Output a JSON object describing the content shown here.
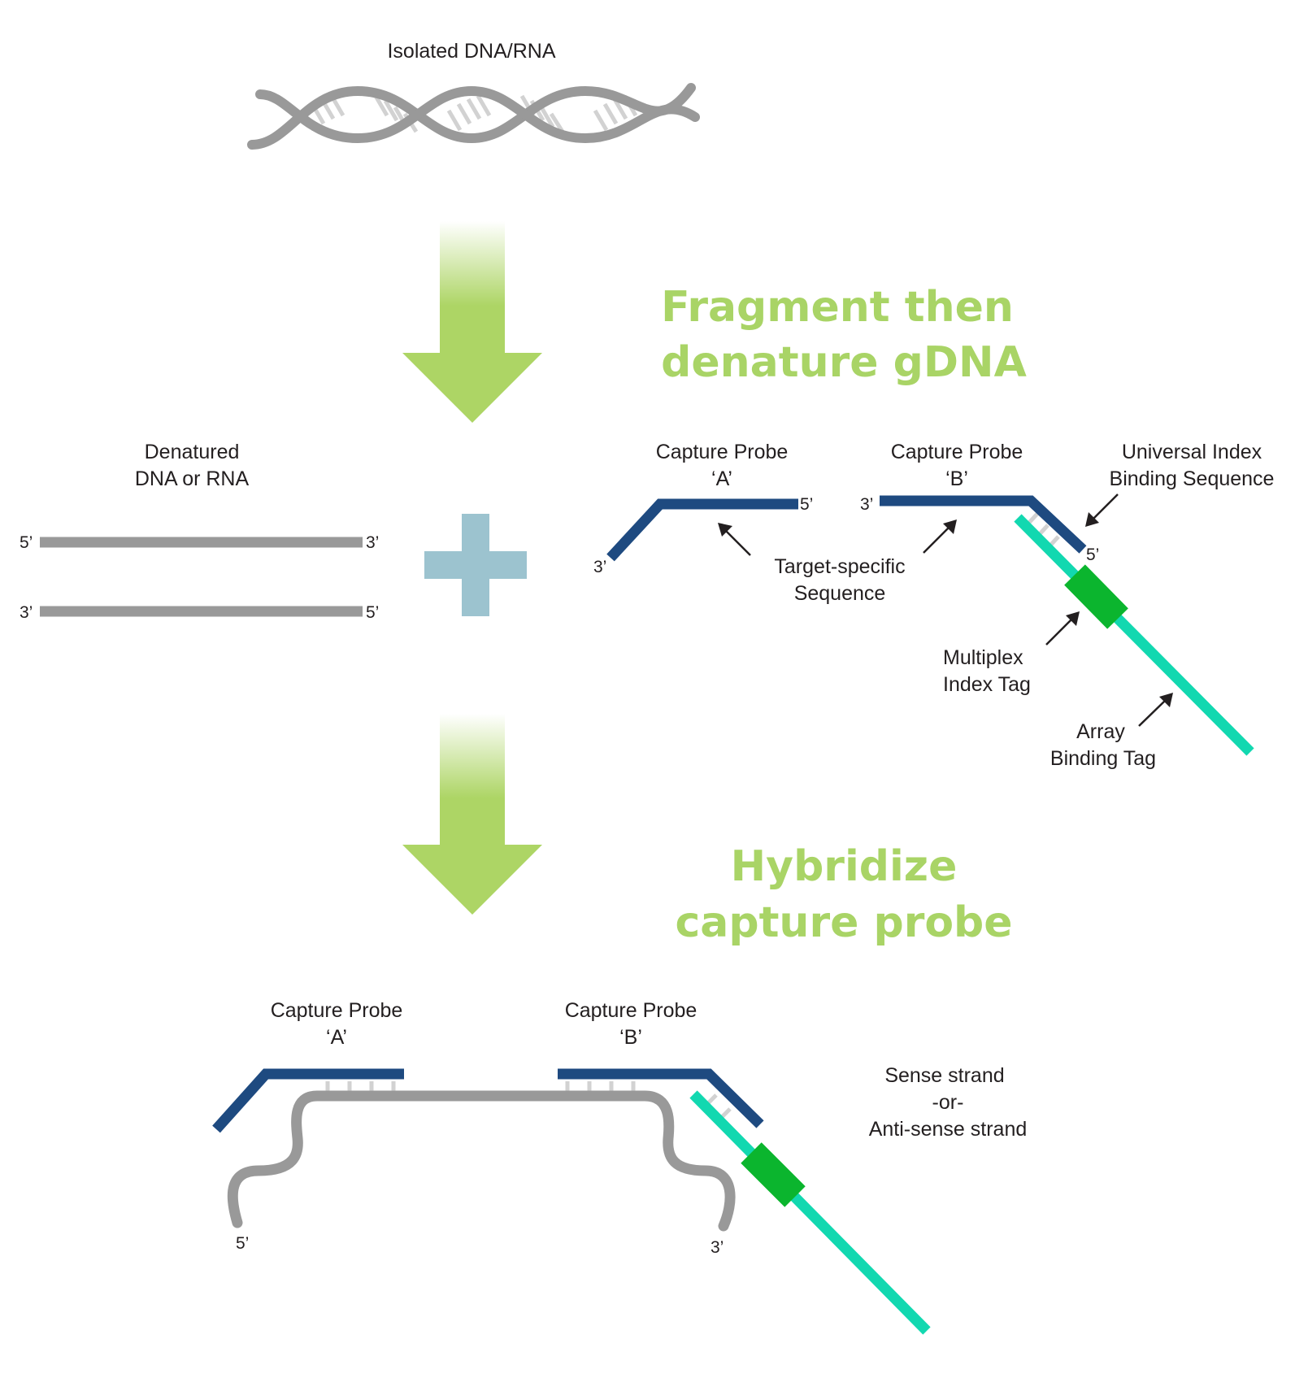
{
  "colors": {
    "strand": "#999999",
    "rung": "#d2d2d2",
    "probe": "#1e4a80",
    "tag_array": "#12d8b0",
    "tag_index": "#0bb52e",
    "step_arrow": "#add565",
    "plus": "#9cc3cf",
    "step_text": "#a9d466",
    "text": "#231f20"
  },
  "top": {
    "title": "Isolated DNA/RNA"
  },
  "step1": {
    "line1": "Fragment then",
    "line2": "denature gDNA"
  },
  "denatured": {
    "line1": "Denatured",
    "line2": "DNA or RNA",
    "s1_left": "5’",
    "s1_right": "3’",
    "s2_left": "3’",
    "s2_right": "5’"
  },
  "probeA": {
    "line1": "Capture Probe",
    "line2": "‘A’",
    "end_left": "3’",
    "end_right": "5’"
  },
  "probeB": {
    "line1": "Capture Probe",
    "line2": "‘B’",
    "end_left": "3’",
    "end_right": "5’"
  },
  "annotations": {
    "universal_1": "Universal Index",
    "universal_2": "Binding Sequence",
    "target_1": "Target-specific",
    "target_2": "Sequence",
    "multiplex_1": "Multiplex",
    "multiplex_2": "Index Tag",
    "array_1": "Array",
    "array_2": "Binding Tag"
  },
  "step2": {
    "line1": "Hybridize",
    "line2": "capture probe"
  },
  "bottom": {
    "probeA_1": "Capture Probe",
    "probeA_2": "‘A’",
    "probeB_1": "Capture Probe",
    "probeB_2": "‘B’",
    "strand_1": "Sense strand",
    "strand_2": "-or-",
    "strand_3": "Anti-sense strand",
    "end_left": "5’",
    "end_right": "3’"
  }
}
